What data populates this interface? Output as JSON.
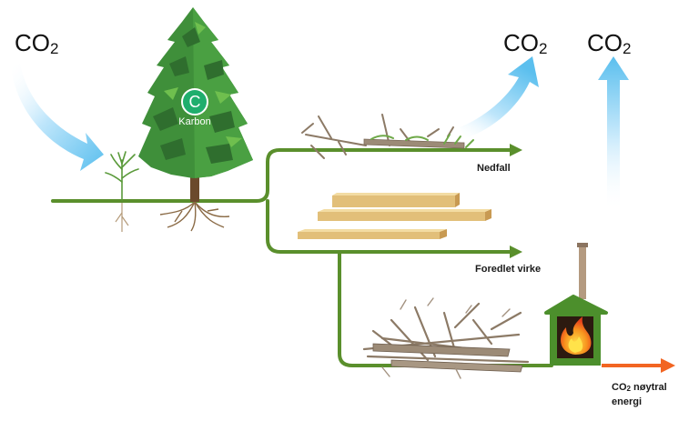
{
  "co2_labels": {
    "left": {
      "main": "CO",
      "sub": "2"
    },
    "middle": {
      "main": "CO",
      "sub": "2"
    },
    "right": {
      "main": "CO",
      "sub": "2"
    }
  },
  "tree_badge": {
    "letter": "C",
    "label": "Karbon"
  },
  "paths": {
    "litterfall": "Nedfall",
    "processed_wood": "Foredlet virke",
    "energy": {
      "co": "CO",
      "sub": "2",
      "rest": " nøytral",
      "line2": "energi"
    }
  },
  "colors": {
    "flow_line": "#5a8f2c",
    "arrow_blue": "#5bbfee",
    "energy_arrow": "#f26522",
    "tree": "#3f8f3a",
    "stove": "#4c8f2c"
  }
}
